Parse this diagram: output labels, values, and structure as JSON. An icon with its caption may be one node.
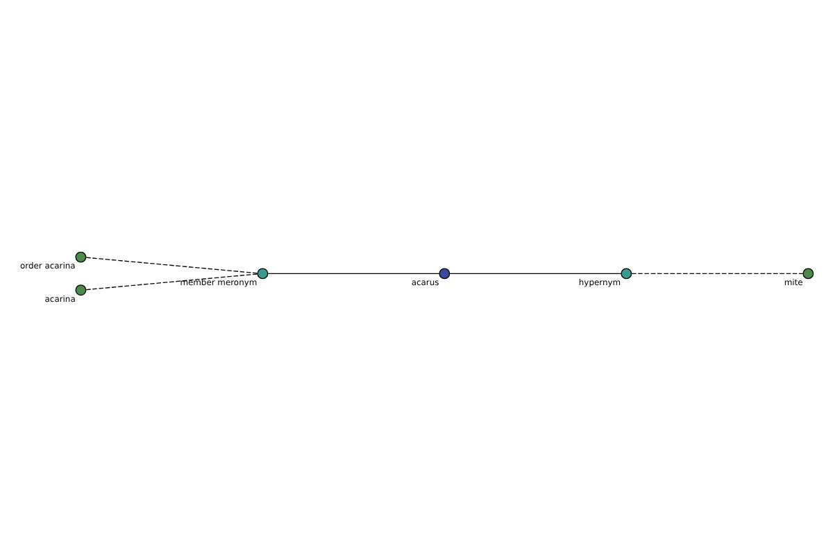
{
  "diagram": {
    "nodes": [
      {
        "text": [
          "order acarina"
        ]
      },
      {
        "text": [
          "member meronym"
        ]
      },
      {
        "text": [
          "acarus"
        ]
      },
      {
        "text": [
          "hypernym"
        ]
      },
      {
        "text": [
          "mite"
        ]
      },
      {
        "text": [
          "acarina"
        ]
      }
    ],
    "edges": [
      {
        "from": 0,
        "to": 1,
        "arrow": "none",
        "style": "dashed"
      },
      {
        "from": 5,
        "to": 1,
        "arrow": "none",
        "style": "dashed"
      },
      {
        "from": 1,
        "to": 2,
        "arrow": "none"
      },
      {
        "from": 2,
        "to": 3,
        "arrow": "none"
      },
      {
        "from": 3,
        "to": 4,
        "arrow": "none",
        "style": "dashed"
      }
    ]
  }
}
